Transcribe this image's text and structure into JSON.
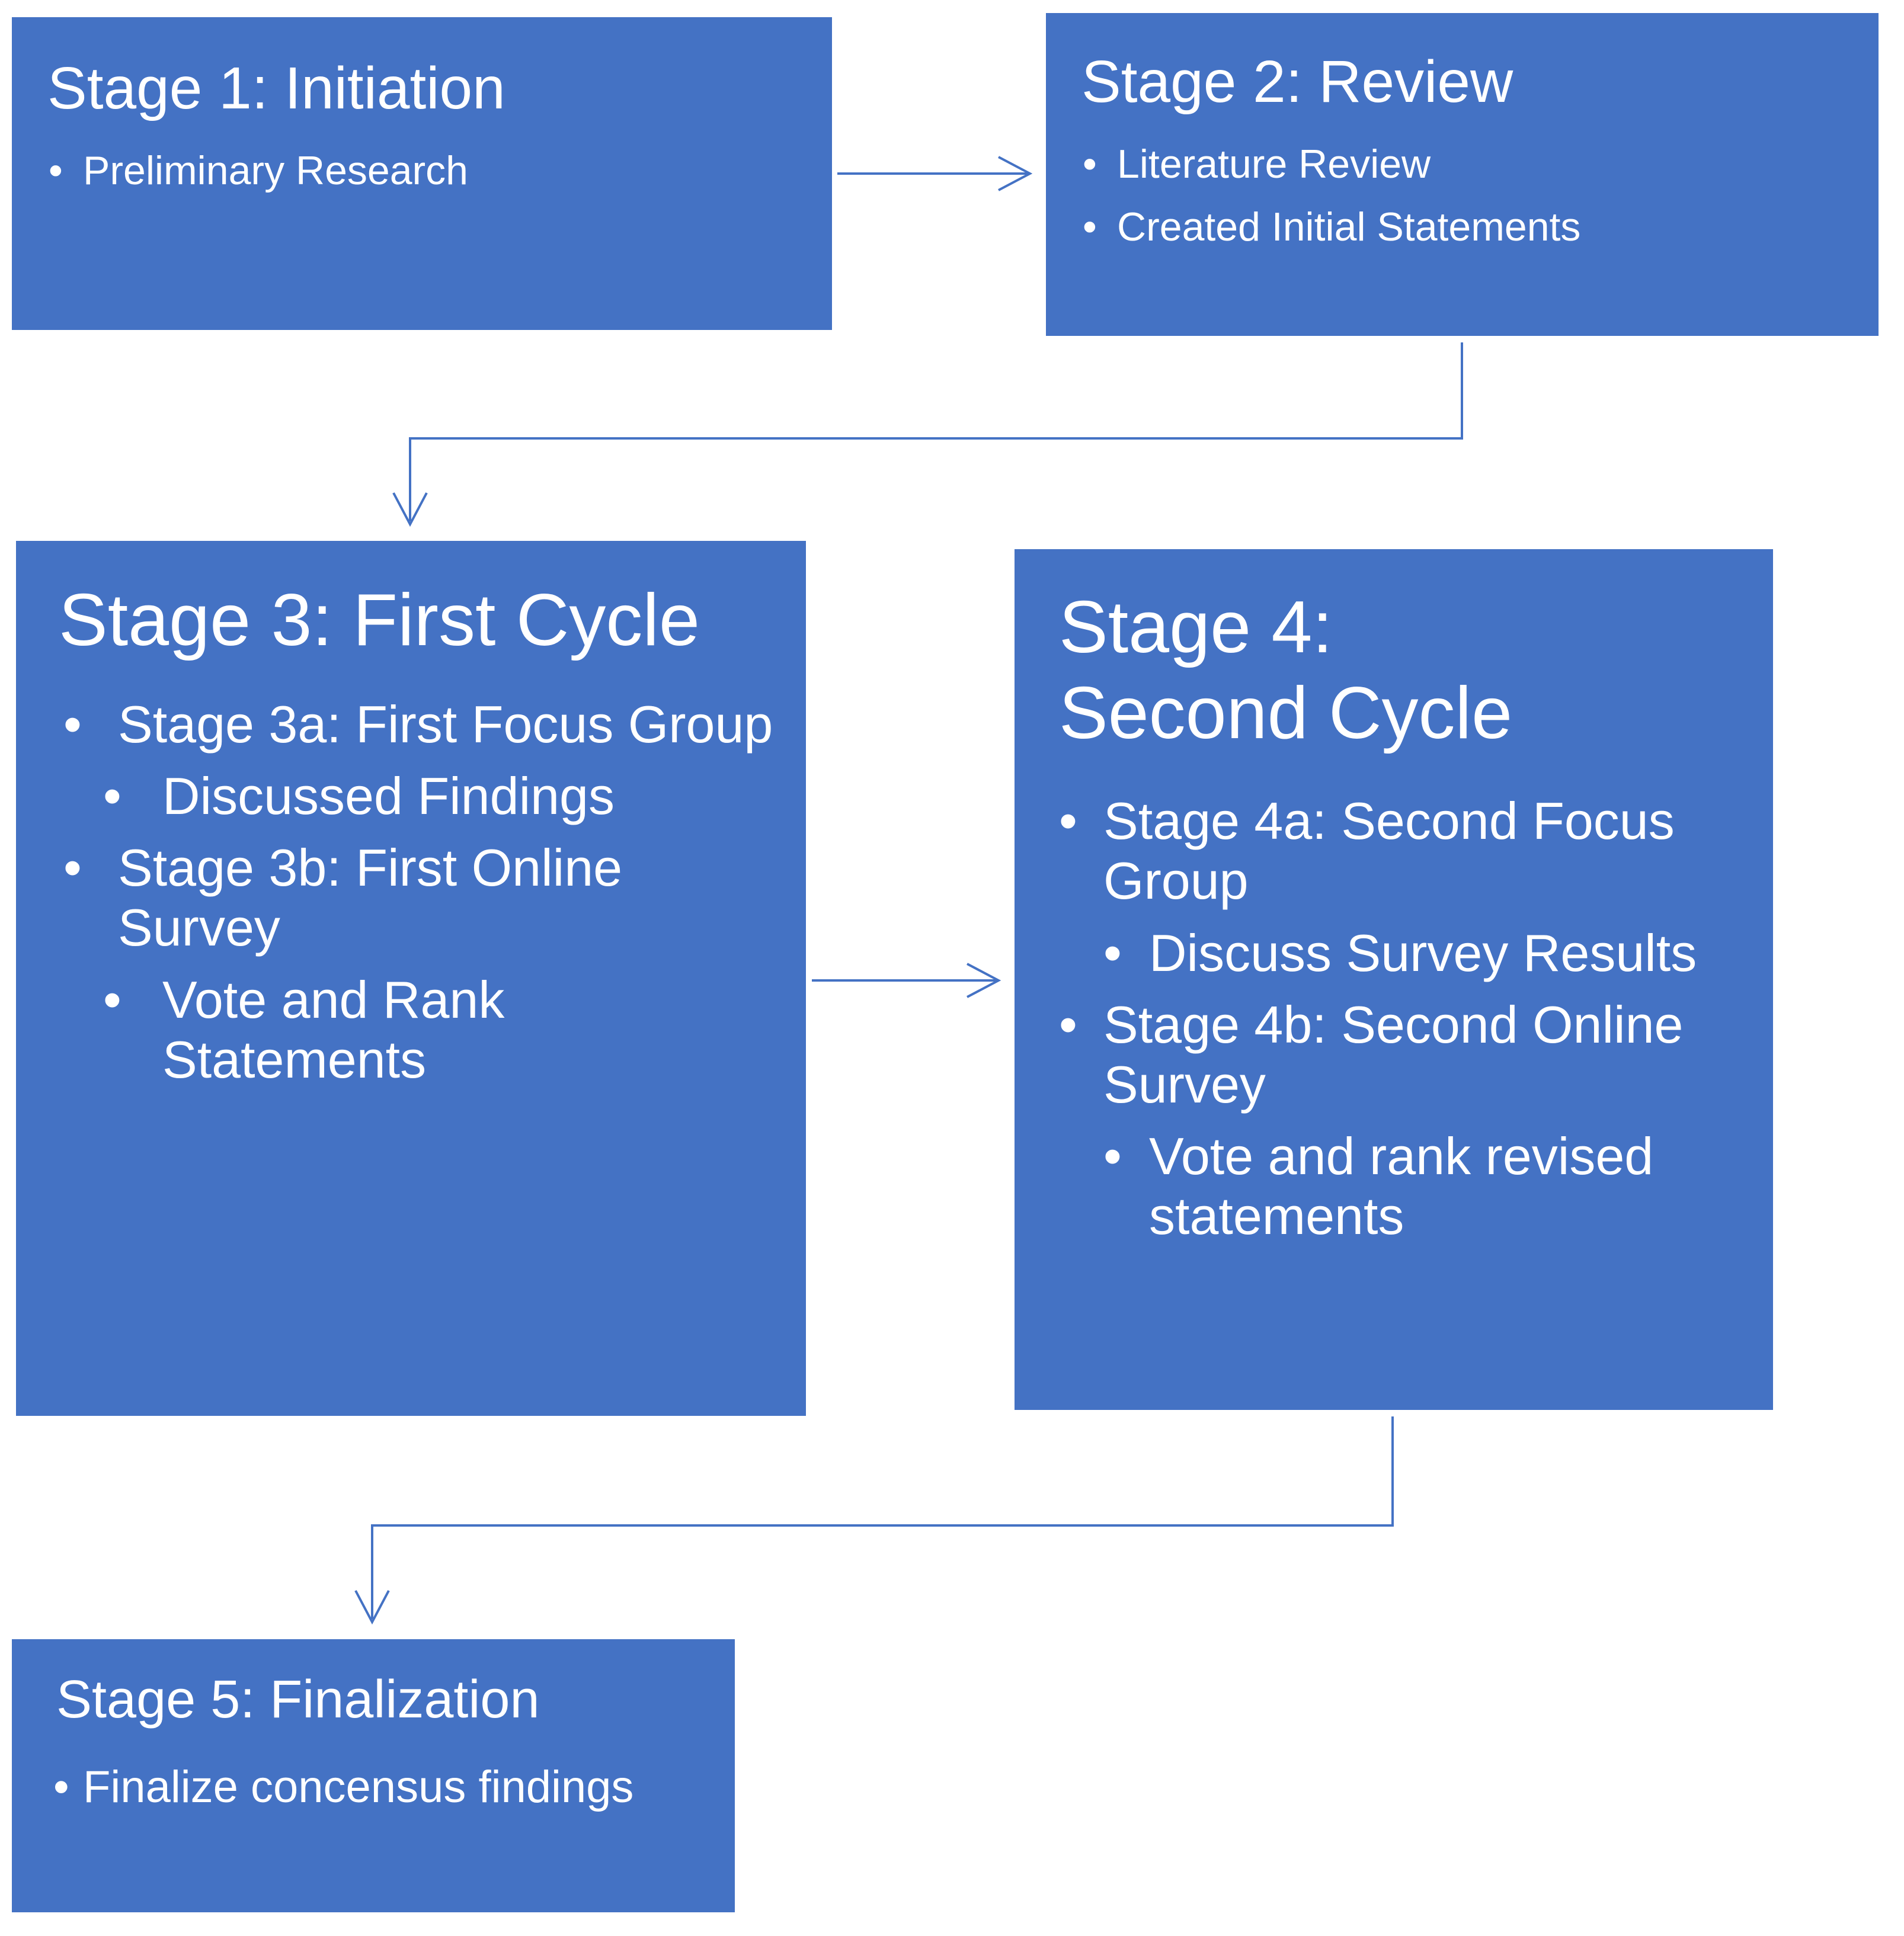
{
  "colors": {
    "box_fill": "#4472c4",
    "text": "#ffffff",
    "connector": "#4472c4"
  },
  "stages": {
    "stage1": {
      "title": "Stage 1: Initiation",
      "items": [
        "Preliminary Research"
      ]
    },
    "stage2": {
      "title": "Stage 2: Review",
      "items": [
        "Literature Review",
        "Created Initial Statements"
      ]
    },
    "stage3": {
      "title": "Stage 3: First Cycle",
      "items": [
        "Stage 3a: First Focus Group",
        "Discussed Findings",
        "Stage 3b: First Online Survey",
        "Vote and Rank Statements"
      ]
    },
    "stage4": {
      "title": "Stage 4: Second Cycle",
      "items": [
        "Stage 4a: Second Focus Group",
        "Discuss Survey Results",
        "Stage 4b: Second Online Survey",
        "Vote and rank revised statements"
      ]
    },
    "stage5": {
      "title": "Stage 5: Finalization",
      "items": [
        "Finalize concensus findings"
      ]
    }
  }
}
